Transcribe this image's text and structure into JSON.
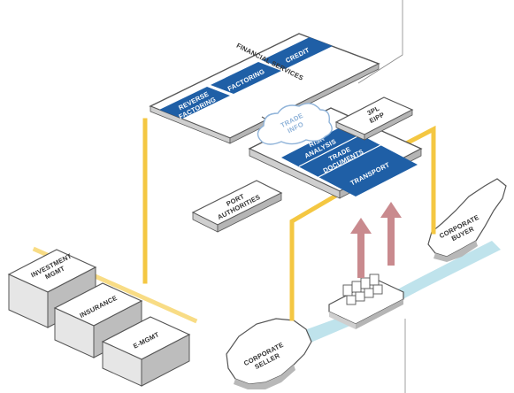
{
  "colors": {
    "blue": "#1f5fa6",
    "yellow": "#f4c742",
    "yellow_light": "#f8dc85",
    "red_arrow": "#c98a8e",
    "water": "#bfe3ec",
    "gray_box": "#e6e6e6",
    "gray_side": "#bdbdbd",
    "line": "#555555"
  },
  "financial_services": {
    "title": "FINANCIAL SERVICES",
    "items": [
      {
        "line1": "REVERSE",
        "line2": "FACTORING"
      },
      {
        "line1": "FACTORING",
        "line2": ""
      },
      {
        "line1": "CREDIT",
        "line2": ""
      }
    ]
  },
  "trade_info": {
    "line1": "TRADE",
    "line2": "INFO"
  },
  "tpl_eipp": {
    "line1": "3PL",
    "line2": "EIPP"
  },
  "hub": {
    "items": [
      {
        "line1": "RISK",
        "line2": "ANALYSIS"
      },
      {
        "line1": "TRADE",
        "line2": "DOCUMENTS"
      },
      {
        "line1": "TRANSPORT",
        "line2": ""
      }
    ]
  },
  "port_authorities": {
    "line1": "PORT",
    "line2": "AUTHORITIES"
  },
  "blocks": [
    {
      "line1": "INVESTMENT",
      "line2": "MGMT"
    },
    {
      "line1": "INSURANCE",
      "line2": ""
    },
    {
      "line1": "E-MGMT",
      "line2": ""
    }
  ],
  "corporate_buyer": {
    "line1": "CORPORATE",
    "line2": "BUYER"
  },
  "corporate_seller": {
    "line1": "CORPORATE",
    "line2": "SELLER"
  },
  "icons": [
    "container-ship-icon",
    "cloud-icon",
    "up-arrow-icon"
  ]
}
